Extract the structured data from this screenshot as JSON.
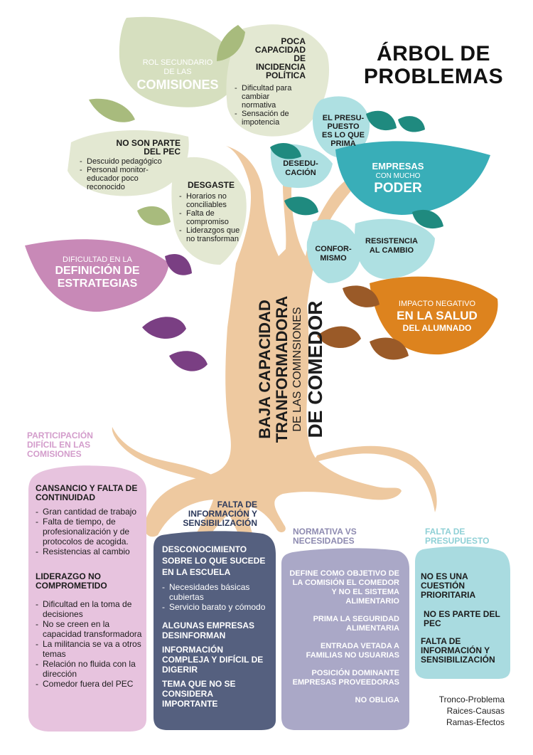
{
  "title": [
    "ÁRBOL DE",
    "PROBLEMAS"
  ],
  "trunk": {
    "line1": "BAJA CAPACIDAD",
    "line2": "TRANFORMADORA",
    "line3": "DE LAS COMINSIONES",
    "line4": "DE COMEDOR"
  },
  "leaves": {
    "rol_secundario": {
      "small": [
        "ROL SECUNDARIO",
        "DE LAS"
      ],
      "big": "COMISIONES"
    },
    "poca_capacidad": {
      "head": [
        "POCA",
        "CAPACIDAD",
        "DE",
        "INCIDENCIA",
        "POLÍTICA"
      ],
      "items": [
        "Dificultad para cambiar normativa",
        "Sensación de impotencia"
      ]
    },
    "no_son_parte": {
      "head": [
        "NO SON PARTE",
        "DEL PEC"
      ],
      "items": [
        "Descuido pedagógico",
        "Personal monitor-educador poco reconocido"
      ]
    },
    "desgaste": {
      "head": "DESGASTE",
      "items": [
        "Horarios no conciliables",
        "Falta de compromiso",
        "Liderazgos que no transforman"
      ]
    },
    "dificultad": {
      "small": "DIFICULTAD EN LA",
      "big": [
        "DEFINICIÓN DE",
        "ESTRATEGIAS"
      ]
    },
    "presupuesto": [
      "EL PRESU-",
      "PUESTO",
      "ES LO QUE",
      "PRIMA"
    ],
    "deseducacion": [
      "DESEDU-",
      "CACIÓN"
    ],
    "empresas": {
      "line1": "EMPRESAS",
      "line2": "CON MUCHO",
      "big": "PODER"
    },
    "conformismo": [
      "CONFOR-",
      "MISMO"
    ],
    "resistencia": [
      "RESISTENCIA",
      "AL CAMBIO"
    ],
    "impacto": {
      "small": "IMPACTO NEGATIVO",
      "big": "EN LA SALUD",
      "line3": "DEL ALUMNADO"
    }
  },
  "roots": {
    "participacion": [
      "PARTICIPACIÓN",
      "DIFÍCIL EN LAS",
      "COMISIONES"
    ],
    "falta_info": [
      "FALTA DE",
      "INFORMACIÓN Y",
      "SENSIBILIZACIÓN"
    ],
    "normativa": [
      "NORMATIVA VS",
      "NECESIDADES"
    ],
    "falta_presupuesto": [
      "FALTA DE",
      "PRESUPUESTO"
    ]
  },
  "boxes": {
    "pink": {
      "head1": "CANSANCIO Y FALTA DE CONTINUIDAD",
      "items1": [
        "Gran cantidad de trabajo",
        "Falta de tiempo, de profesionalización y de protocolos de acogida.",
        "Resistencias al cambio"
      ],
      "head2": "LIDERAZGO NO COMPROMETIDO",
      "items2": [
        "Dificultad en la toma de decisiones",
        "No se creen en la capacidad transformadora",
        "La militancia se va a otros temas",
        "Relación no fluida con la dirección",
        "Comedor fuera del PEC"
      ]
    },
    "navy": {
      "head1": "DESCONOCIMIENTO SOBRE LO QUE SUCEDE EN LA ESCUELA",
      "items1": [
        "Necesidades básicas cubiertas",
        "Servicio barato y cómodo"
      ],
      "head2": "ALGUNAS EMPRESAS DESINFORMAN",
      "head3": "INFORMACIÓN COMPLEJA Y DIFÍCIL DE DIGERIR",
      "head4": "TEMA QUE NO SE CONSIDERA IMPORTANTE"
    },
    "grey": {
      "p1": "DEFINE COMO OBJETIVO DE LA COMISIÓN EL COMEDOR Y NO EL SISTEMA ALIMENTARIO",
      "p2": "PRIMA LA SEGURIDAD ALIMENTARIA",
      "p3": "ENTRADA VETADA A FAMILIAS NO USUARIAS",
      "p4": "POSICIÓN DOMINANTE EMPRESAS PROVEEDORAS",
      "p5": "NO OBLIGA"
    },
    "cyan": {
      "p1": "NO ES UNA CUESTIÓN PRIORITARIA",
      "p2": "NO ES PARTE DEL PEC",
      "p3": "FALTA DE INFORMACIÓN Y SENSIBILIZACIÓN"
    }
  },
  "legend": [
    "Tronco-Problema",
    "Raices-Causas",
    "Ramas-Efectos"
  ],
  "colors": {
    "trunk": "#eec9a0",
    "green_leaf": "#d6dfbf",
    "green_dark": "#a8bb7d",
    "teal_leaf": "#39aeb8",
    "teal_light": "#aee0e2",
    "teal_dark": "#1f8a7f",
    "purple_leaf": "#c889b7",
    "purple_dark": "#7a3f83",
    "orange_leaf": "#dd831e",
    "brown_leaf": "#9a5a28",
    "pink_box": "#e7c3de",
    "navy_box": "#55607f",
    "grey_box": "#aaa8c7",
    "cyan_box": "#a9dbe0"
  }
}
